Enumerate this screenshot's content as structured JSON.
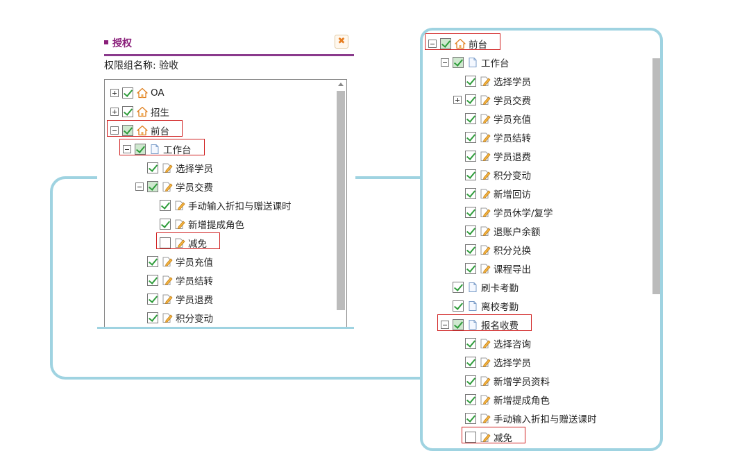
{
  "dialog": {
    "title": "授权",
    "close_glyph": "✖",
    "group_name": "权限组名称: 验收"
  },
  "left_tree": [
    {
      "label": "OA",
      "icon": "home-icon",
      "state": "checked",
      "toggle": "plus",
      "level": 0
    },
    {
      "label": "招生",
      "icon": "home-icon",
      "state": "checked",
      "toggle": "plus",
      "level": 0
    },
    {
      "label": "前台",
      "icon": "home-icon",
      "state": "partial",
      "toggle": "minus",
      "level": 0,
      "highlight": true
    },
    {
      "label": "工作台",
      "icon": "page-icon",
      "state": "partial",
      "toggle": "minus",
      "level": 1,
      "highlight": true
    },
    {
      "label": "选择学员",
      "icon": "edit-icon",
      "state": "checked",
      "toggle": "none",
      "level": 2
    },
    {
      "label": "学员交费",
      "icon": "edit-icon",
      "state": "partial",
      "toggle": "minus",
      "level": 2
    },
    {
      "label": "手动输入折扣与赠送课时",
      "icon": "edit-icon",
      "state": "checked",
      "toggle": "none",
      "level": 3
    },
    {
      "label": "新增提成角色",
      "icon": "edit-icon",
      "state": "checked",
      "toggle": "none",
      "level": 3
    },
    {
      "label": "减免",
      "icon": "edit-icon",
      "state": "unchecked",
      "toggle": "none",
      "level": 3,
      "highlight": true
    },
    {
      "label": "学员充值",
      "icon": "edit-icon",
      "state": "checked",
      "toggle": "none",
      "level": 2
    },
    {
      "label": "学员结转",
      "icon": "edit-icon",
      "state": "checked",
      "toggle": "none",
      "level": 2
    },
    {
      "label": "学员退费",
      "icon": "edit-icon",
      "state": "checked",
      "toggle": "none",
      "level": 2
    },
    {
      "label": "积分变动",
      "icon": "edit-icon",
      "state": "checked",
      "toggle": "none",
      "level": 2
    }
  ],
  "right_tree": [
    {
      "label": "前台",
      "icon": "home-icon",
      "state": "partial",
      "toggle": "minus",
      "level": 0,
      "highlight": true
    },
    {
      "label": "工作台",
      "icon": "page-icon",
      "state": "partial",
      "toggle": "minus",
      "level": 1
    },
    {
      "label": "选择学员",
      "icon": "edit-icon",
      "state": "checked",
      "toggle": "none",
      "level": 2
    },
    {
      "label": "学员交费",
      "icon": "edit-icon",
      "state": "checked",
      "toggle": "plus",
      "level": 2
    },
    {
      "label": "学员充值",
      "icon": "edit-icon",
      "state": "checked",
      "toggle": "none",
      "level": 2
    },
    {
      "label": "学员结转",
      "icon": "edit-icon",
      "state": "checked",
      "toggle": "none",
      "level": 2
    },
    {
      "label": "学员退费",
      "icon": "edit-icon",
      "state": "checked",
      "toggle": "none",
      "level": 2
    },
    {
      "label": "积分变动",
      "icon": "edit-icon",
      "state": "checked",
      "toggle": "none",
      "level": 2
    },
    {
      "label": "新增回访",
      "icon": "edit-icon",
      "state": "checked",
      "toggle": "none",
      "level": 2
    },
    {
      "label": "学员休学/复学",
      "icon": "edit-icon",
      "state": "checked",
      "toggle": "none",
      "level": 2
    },
    {
      "label": "退账户余额",
      "icon": "edit-icon",
      "state": "checked",
      "toggle": "none",
      "level": 2
    },
    {
      "label": "积分兑换",
      "icon": "edit-icon",
      "state": "checked",
      "toggle": "none",
      "level": 2
    },
    {
      "label": "课程导出",
      "icon": "edit-icon",
      "state": "checked",
      "toggle": "none",
      "level": 2
    },
    {
      "label": "刷卡考勤",
      "icon": "page-icon",
      "state": "checked",
      "toggle": "none",
      "level": 1
    },
    {
      "label": "离校考勤",
      "icon": "page-icon",
      "state": "checked",
      "toggle": "none",
      "level": 1
    },
    {
      "label": "报名收费",
      "icon": "page-icon",
      "state": "partial",
      "toggle": "minus",
      "level": 1,
      "highlight": true
    },
    {
      "label": "选择咨询",
      "icon": "edit-icon",
      "state": "checked",
      "toggle": "none",
      "level": 2
    },
    {
      "label": "选择学员",
      "icon": "edit-icon",
      "state": "checked",
      "toggle": "none",
      "level": 2
    },
    {
      "label": "新增学员资料",
      "icon": "edit-icon",
      "state": "checked",
      "toggle": "none",
      "level": 2
    },
    {
      "label": "新增提成角色",
      "icon": "edit-icon",
      "state": "checked",
      "toggle": "none",
      "level": 2
    },
    {
      "label": "手动输入折扣与赠送课时",
      "icon": "edit-icon",
      "state": "checked",
      "toggle": "none",
      "level": 2
    },
    {
      "label": "减免",
      "icon": "edit-icon",
      "state": "unchecked",
      "toggle": "none",
      "level": 2,
      "highlight": true
    }
  ],
  "colors": {
    "accent": "#8a1f7a",
    "frame": "#9fd3e1",
    "highlight": "#d02020",
    "check": "#2e9c3a"
  }
}
